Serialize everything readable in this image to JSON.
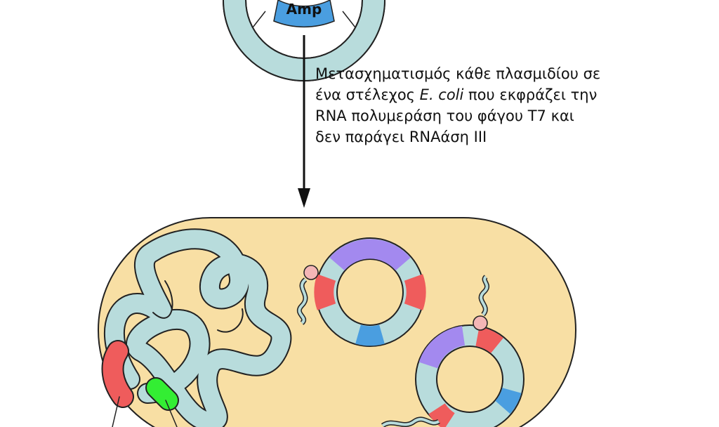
{
  "plasmid_top": {
    "label": "Amp"
  },
  "caption": {
    "line1": "Μετασχηματισμός κάθε πλασμιδίου σε",
    "line2_before": "ένα στέλεχος ",
    "line2_italic": "E. coli",
    "line2_after": " που εκφράζει την",
    "line3": "RNA πολυμεράση του φάγου T7 και",
    "line4": "δεν παράγει RNAάση III"
  },
  "colors": {
    "cell_fill": "#f8dfa4",
    "cell_stroke": "#222222",
    "dna": "#b8dcdc",
    "red_segment": "#ef5c5c",
    "green_segment": "#33ee33",
    "blue_segment": "#4a9ee0",
    "purple_segment": "#a389ef",
    "pink_dot": "#f4b6b6"
  }
}
